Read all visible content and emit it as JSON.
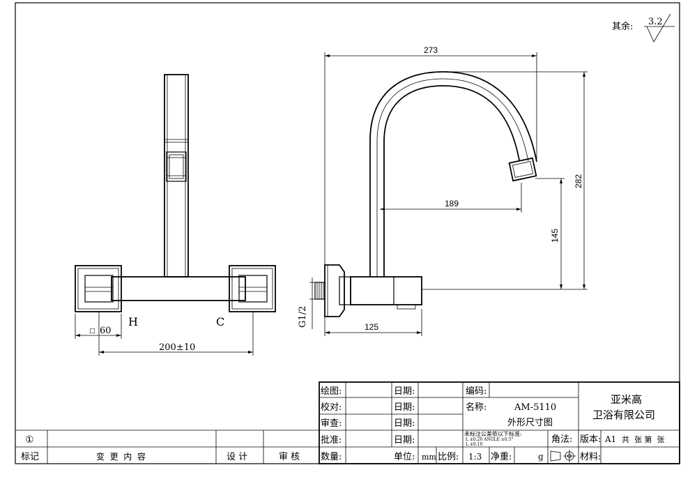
{
  "surface": {
    "label": "其余:",
    "value": "3.2"
  },
  "front_view": {
    "hot_label": "H",
    "cold_label": "C",
    "dim_square": "□",
    "dim_width": "60",
    "dim_spacing": "200±10"
  },
  "side_view": {
    "dim_total_width": "273",
    "dim_total_height": "282",
    "dim_reach": "189",
    "dim_outlet_height": "145",
    "dim_base": "125",
    "thread": "G1/2"
  },
  "title_block": {
    "draw_label": "绘图:",
    "check_label": "校对:",
    "review_label": "审查:",
    "approve_label": "批准:",
    "quantity_label": "数量:",
    "date_label_1": "日期:",
    "date_label_2": "日期:",
    "date_label_3": "日期:",
    "date_label_4": "日期:",
    "unit_label": "单位:",
    "unit_value": "mm",
    "scale_label": "比例:",
    "scale_value": "1:3",
    "net_weight_label": "净重:",
    "weight_unit": "g",
    "code_label": "编码:",
    "name_label": "名称:",
    "model": "AM-5110",
    "drawing_name": "外形尺寸图",
    "tolerance_note": "未标注公差依以下标准:",
    "tolerance_line1": "L      ±0.20   ANGLE   ±0.5°",
    "tolerance_line2": "L      ±0.10",
    "angle_label": "角法:",
    "version_label": "版本:",
    "version_value": "A1",
    "sheets": "共  张 第  张",
    "material_label": "材料:",
    "company_line1": "亚米高",
    "company_line2": "卫浴有限公司"
  },
  "revision_block": {
    "rev_mark": "①",
    "mark_label": "标记",
    "change_label": "变  更  内  容",
    "design_label": "设 计",
    "audit_label": "审 核"
  }
}
